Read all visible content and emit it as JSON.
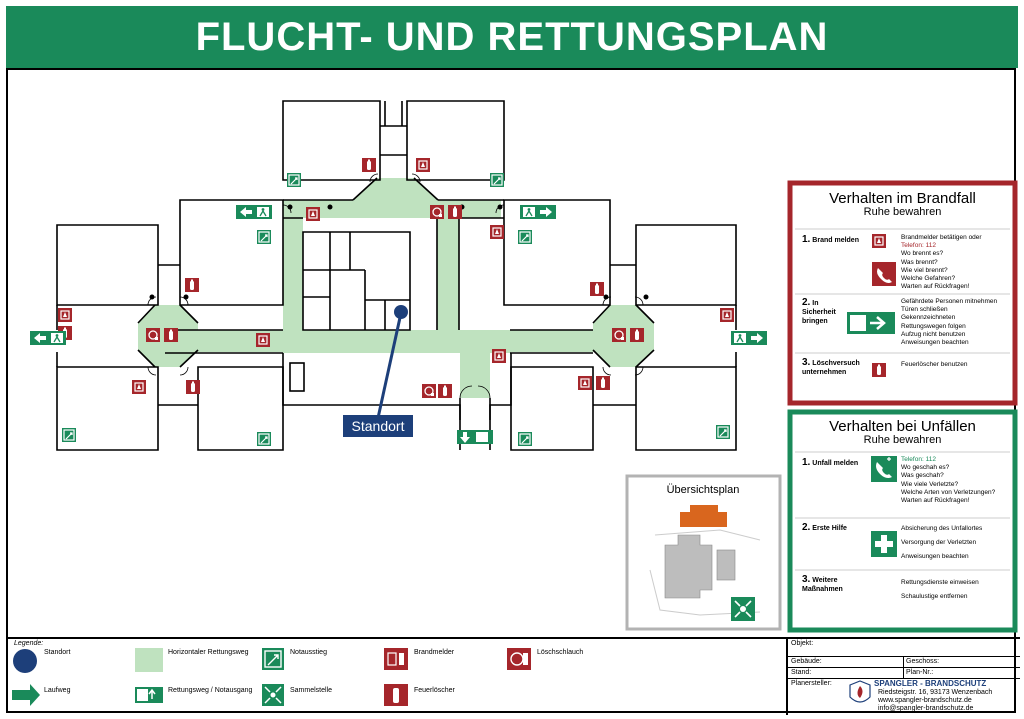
{
  "title": "FLUCHT- UND RETTUNGSPLAN",
  "standort_label": "Standort",
  "colors": {
    "green": "#1a8a5a",
    "red": "#a5262b",
    "escape_route": "#bfe2bf",
    "standort_blue": "#1d3f7a",
    "overview_orange": "#d9661e"
  },
  "brandfall": {
    "title": "Verhalten im Brandfall",
    "subtitle": "Ruhe bewahren",
    "steps": [
      {
        "num": "1.",
        "label": "Brand melden",
        "lines": [
          "Brandmelder betätigen oder",
          "Telefon:  112",
          "Wo brennt es?",
          "Was brennt?",
          "Wie viel brennt?",
          "Welche Gefahren?",
          "Warten auf Rückfragen!"
        ]
      },
      {
        "num": "2.",
        "label": "In Sicherheit bringen",
        "lines": [
          "Gefährdete Personen mitnehmen",
          "Türen schließen",
          "Gekennzeichneten",
          "Rettungswegen folgen",
          "Aufzug nicht benutzen",
          "Anweisungen beachten"
        ]
      },
      {
        "num": "3.",
        "label": "Löschversuch unternehmen",
        "lines": [
          "Feuerlöscher benutzen"
        ]
      }
    ]
  },
  "unfall": {
    "title": "Verhalten bei Unfällen",
    "subtitle": "Ruhe bewahren",
    "steps": [
      {
        "num": "1.",
        "label": "Unfall melden",
        "lines": [
          "Telefon:  112",
          "Wo geschah es?",
          "Was geschah?",
          "Wie viele Verletzte?",
          "Welche Arten von Verletzungen?",
          "Warten auf Rückfragen!"
        ]
      },
      {
        "num": "2.",
        "label": "Erste Hilfe",
        "lines": [
          "Absicherung des Unfallortes",
          "Versorgung der Verletzten",
          "Anweisungen beachten"
        ]
      },
      {
        "num": "3.",
        "label": "Weitere Maßnahmen",
        "lines": [
          "Rettungsdienste einweisen",
          "Schaulustige entfernen"
        ]
      }
    ]
  },
  "overview": {
    "title": "Übersichtsplan"
  },
  "legend": {
    "heading": "Legende:",
    "items": [
      {
        "icon": "standort-dot-icon",
        "label": "Standort"
      },
      {
        "icon": "escape-route-area-icon",
        "label": "Horizontaler Rettungsweg"
      },
      {
        "icon": "emergency-exit-ladder-icon",
        "label": "Notausstieg"
      },
      {
        "icon": "fire-alarm-icon",
        "label": "Brandmelder"
      },
      {
        "icon": "fire-hose-icon",
        "label": "Löschschlauch"
      },
      {
        "icon": "direction-arrow-icon",
        "label": "Laufweg"
      },
      {
        "icon": "emergency-exit-icon",
        "label": "Rettungsweg / Notausgang"
      },
      {
        "icon": "assembly-point-icon",
        "label": "Sammelstelle"
      },
      {
        "icon": "fire-extinguisher-icon",
        "label": "Feuerlöscher"
      }
    ]
  },
  "titleblock": {
    "objekt": "Objekt:",
    "gebaeude": "Gebäude:",
    "geschoss": "Geschoss:",
    "stand": "Stand:",
    "plan_nr": "Plan-Nr.:",
    "planersteller": "Planersteller:",
    "company": "SPANGLER - BRANDSCHUTZ",
    "address": "Riedsteigstr. 16, 93173 Wenzenbach",
    "web": "www.spangler-brandschutz.de",
    "email": "info@spangler-brandschutz.de"
  }
}
